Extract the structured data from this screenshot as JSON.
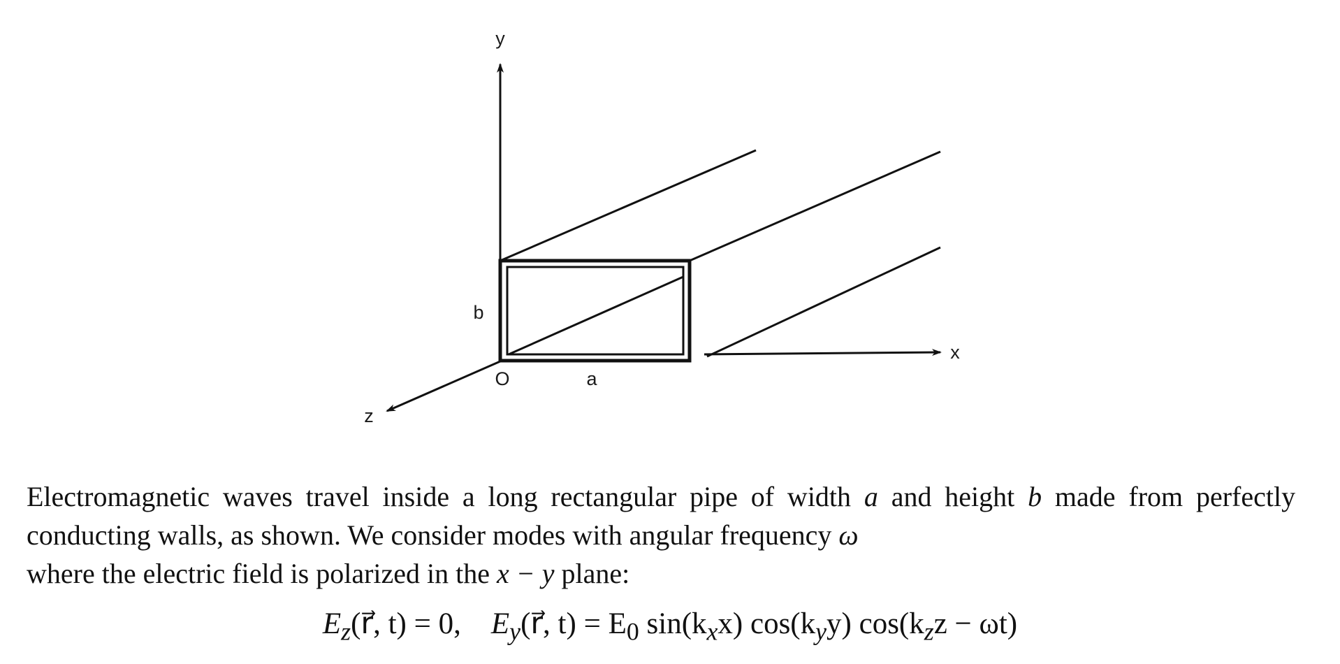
{
  "figure": {
    "axis_labels": {
      "y": "y",
      "x": "x",
      "z": "z"
    },
    "origin_label": "O",
    "dimension_labels": {
      "width": "a",
      "height": "b"
    }
  },
  "problem": {
    "line1": "Electromagnetic waves travel inside a long rectangular pipe of width",
    "var_a": "a",
    "mid1": "and height",
    "var_b": "b",
    "tail1": "made",
    "line2": "from perfectly conducting walls, as shown.  We consider modes with angular frequency",
    "var_omega": "ω",
    "line3": "where the electric field is polarized in the",
    "var_plane": "x − y",
    "tail3": "plane:"
  },
  "equation": {
    "part1": "E",
    "sub1": "z",
    "part2": "(r⃗, t) = 0,",
    "part3": "E",
    "sub2": "y",
    "part4": "(r⃗, t) = E",
    "sub3": "0",
    "part5": " sin(k",
    "sub4": "x",
    "part6": "x) cos(k",
    "sub5": "y",
    "part7": "y) cos(k",
    "sub6": "z",
    "part8": "z − ωt)"
  }
}
